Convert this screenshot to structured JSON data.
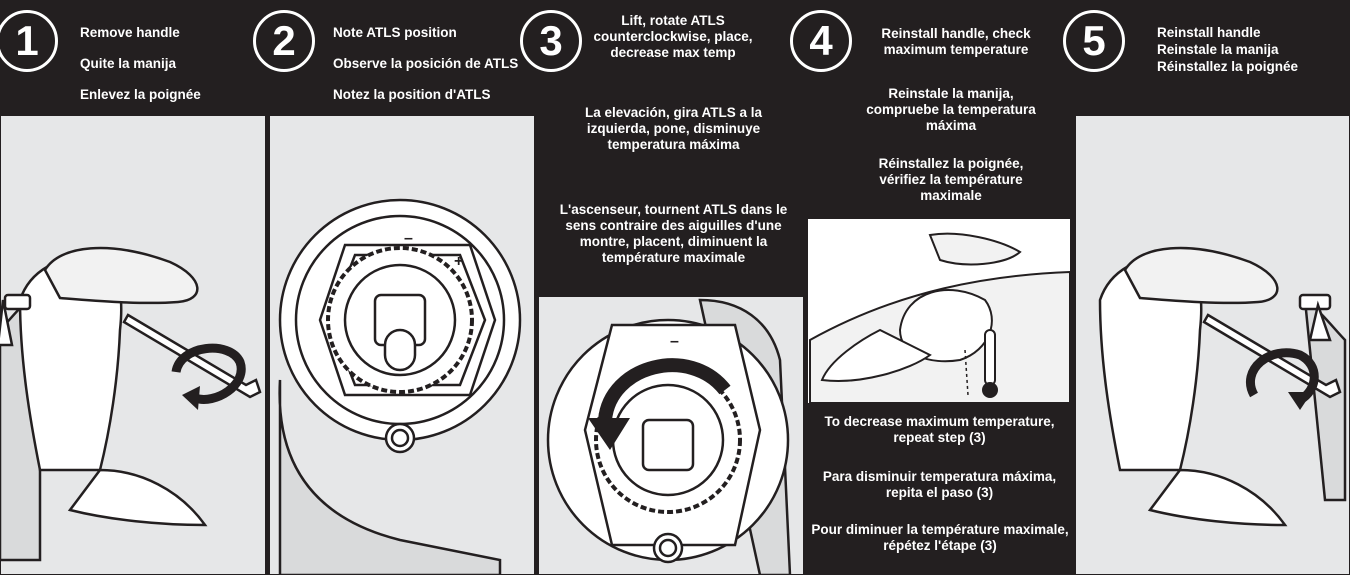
{
  "steps": [
    {
      "number": "1",
      "lines": [
        "Remove handle",
        "Quite la manija",
        "Enlevez la poignée"
      ]
    },
    {
      "number": "2",
      "lines": [
        "Note ATLS position",
        "Observe la posición de ATLS",
        "Notez la position d'ATLS"
      ]
    },
    {
      "number": "3",
      "lines": [
        "Lift, rotate ATLS counterclockwise, place, decrease max temp",
        "La elevación, gira ATLS a la izquierda, pone, disminuye temperatura máxima",
        "L'ascenseur, tournent ATLS dans le sens contraire des aiguilles d'une montre, placent, diminuent la température maximale"
      ]
    },
    {
      "number": "4",
      "lines": [
        "Reinstall handle, check maximum temperature",
        "Reinstale la manija, compruebe la temperatura máxima",
        "Réinstallez la poignée, vérifiez la température maximale"
      ],
      "notes": [
        "To decrease maximum temperature, repeat step (3)",
        "Para disminuir temperatura máxima, repita el paso (3)",
        "Pour diminuer la température maximale, répétez l'étape (3)"
      ]
    },
    {
      "number": "5",
      "lines": [
        "Reinstall handle",
        "Reinstale la manija",
        "Réinstallez la poignée"
      ]
    }
  ],
  "dial_marks": {
    "minus": "–",
    "plus": "+"
  },
  "colors": {
    "ink": "#231f20",
    "panel": "#e6e7e8",
    "paper": "#ffffff"
  }
}
